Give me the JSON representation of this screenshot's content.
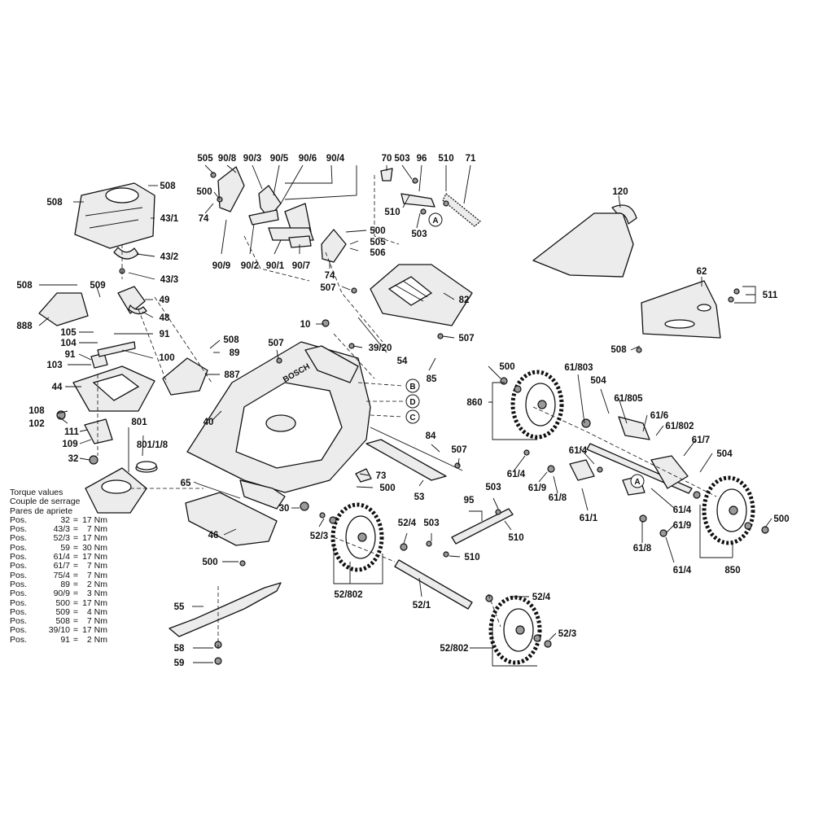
{
  "labels": {
    "l505a": "505",
    "l908": "90/8",
    "l903": "90/3",
    "l905": "90/5",
    "l906": "90/6",
    "l904": "90/4",
    "l70": "70",
    "l503a": "503",
    "l96": "96",
    "l510a": "510",
    "l71": "71",
    "l508a": "508",
    "l508b": "508",
    "l431": "43/1",
    "l432": "43/2",
    "l433": "43/3",
    "l500a": "500",
    "l74a": "74",
    "l510b": "510",
    "l503b": "503",
    "l500b": "500",
    "l505b": "505",
    "l506": "506",
    "l909": "90/9",
    "l902": "90/2",
    "l901": "90/1",
    "l907": "90/7",
    "l74b": "74",
    "l507a": "507",
    "l120": "120",
    "l62": "62",
    "l511": "511",
    "l508c": "508",
    "l508d": "508",
    "l509": "509",
    "l49": "49",
    "l48": "48",
    "l888": "888",
    "l105": "105",
    "l91a": "91",
    "l104": "104",
    "l91b": "91",
    "l100": "100",
    "l103": "103",
    "l44": "44",
    "l508e": "508",
    "l89": "89",
    "l887": "887",
    "l10": "10",
    "l507b": "507",
    "l3920": "39/20",
    "l54": "54",
    "l82": "82",
    "l507c": "507",
    "l85": "85",
    "l40": "40",
    "l108": "108",
    "l102": "102",
    "l111": "111",
    "l109": "109",
    "l32": "32",
    "l801": "801",
    "l8018": "801/1/8",
    "l500c": "500",
    "l61803": "61/803",
    "l504a": "504",
    "l860": "860",
    "l61805": "61/805",
    "l616": "61/6",
    "l61802": "61/802",
    "l617": "61/7",
    "l504b": "504",
    "l614a": "61/4",
    "l614b": "61/4",
    "l619a": "61/9",
    "l618a": "61/8",
    "l611": "61/1",
    "l614c": "61/4",
    "l500d": "500",
    "l619b": "61/9",
    "l618b": "61/8",
    "l614d": "61/4",
    "l850": "850",
    "l84": "84",
    "l507d": "507",
    "l73": "73",
    "l500e": "500",
    "l53": "53",
    "l65": "65",
    "l30": "30",
    "l46": "46",
    "l500f": "500",
    "l523a": "52/3",
    "l52802a": "52/802",
    "l95": "95",
    "l503c": "503",
    "l510c": "510",
    "l524a": "52/4",
    "l503d": "503",
    "l510d": "510",
    "l521": "52/1",
    "l524b": "52/4",
    "l523b": "52/3",
    "l52802b": "52/802",
    "l55": "55",
    "l58": "58",
    "l59": "59"
  },
  "circled": {
    "B": "B",
    "D": "D",
    "C": "C",
    "A1": "A",
    "A2": "A"
  },
  "brand": "BOSCH",
  "torque_values": {
    "heading": [
      "Torque values",
      "Couple de serrage",
      "Pares de apriete"
    ],
    "prefix": "Pos.",
    "rows": [
      {
        "pos": "32",
        "value": "17 Nm"
      },
      {
        "pos": "43/3",
        "value": "7 Nm"
      },
      {
        "pos": "52/3",
        "value": "17 Nm"
      },
      {
        "pos": "59",
        "value": "30 Nm"
      },
      {
        "pos": "61/4",
        "value": "17 Nm"
      },
      {
        "pos": "61/7",
        "value": "7 Nm"
      },
      {
        "pos": "75/4",
        "value": "7 Nm"
      },
      {
        "pos": "89",
        "value": "2 Nm"
      },
      {
        "pos": "90/9",
        "value": "3 Nm"
      },
      {
        "pos": "500",
        "value": "17 Nm"
      },
      {
        "pos": "509",
        "value": "4 Nm"
      },
      {
        "pos": "508",
        "value": "7 Nm"
      },
      {
        "pos": "39/10",
        "value": "17 Nm"
      },
      {
        "pos": "91",
        "value": "2 Nm"
      }
    ]
  }
}
